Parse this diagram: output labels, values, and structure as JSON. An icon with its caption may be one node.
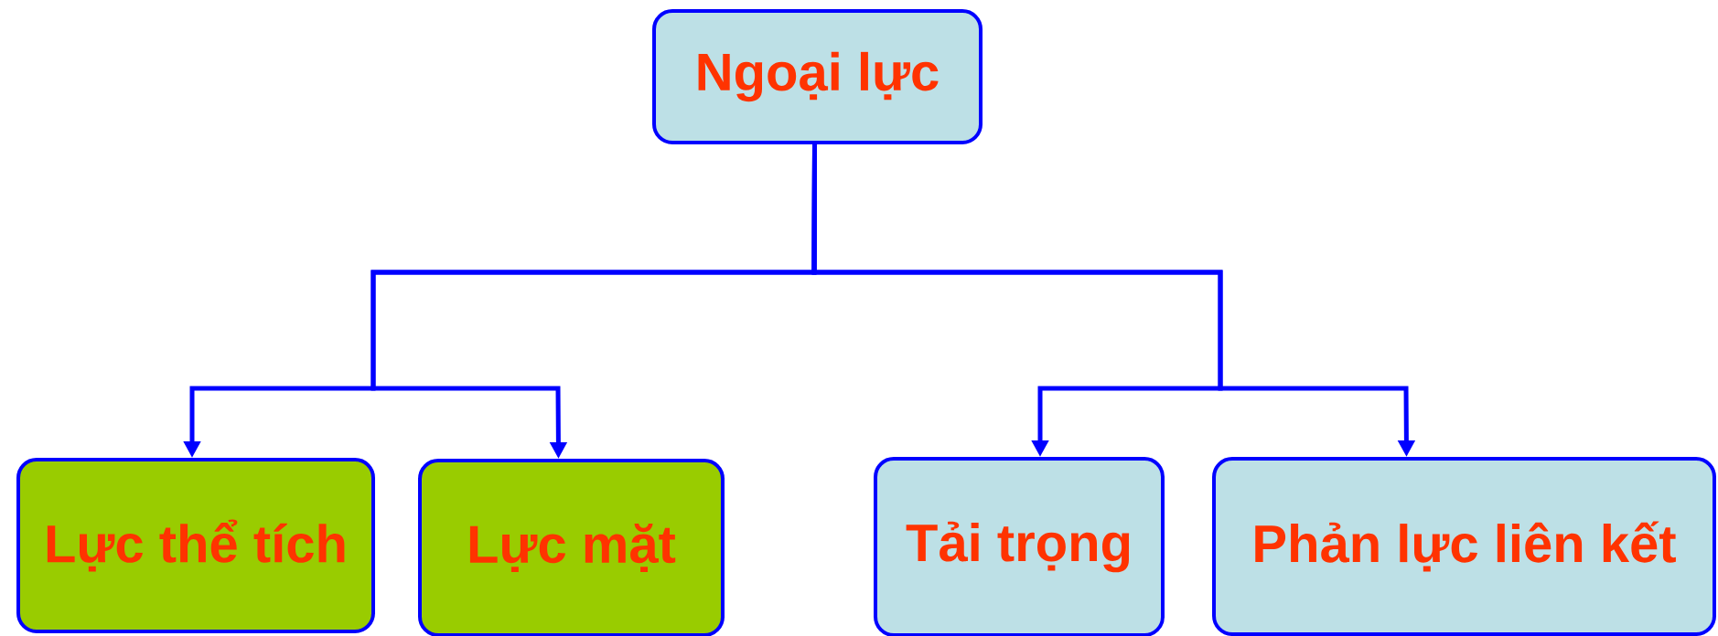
{
  "diagram": {
    "nodes": [
      {
        "text": [
          "Ngoại lực"
        ]
      },
      {
        "text": [
          "Lực thể tích"
        ]
      },
      {
        "text": [
          "Lực mặt"
        ]
      },
      {
        "text": [
          "Tải trọng"
        ]
      },
      {
        "text": [
          "Phản lực liên kết"
        ]
      }
    ],
    "edges": [
      {
        "from": 0,
        "to": 1,
        "arrow": "to"
      },
      {
        "from": 0,
        "to": 2,
        "arrow": "to"
      },
      {
        "from": 0,
        "to": 3,
        "arrow": "to"
      },
      {
        "from": 0,
        "to": 4,
        "arrow": "to"
      }
    ]
  }
}
